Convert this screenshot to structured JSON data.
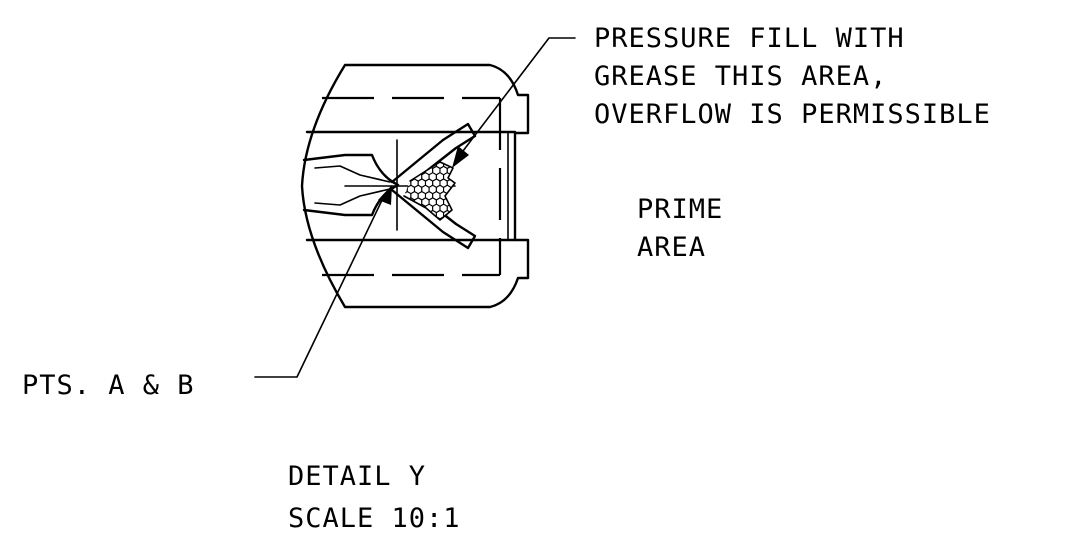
{
  "notes": {
    "pressure_fill": {
      "line1": "PRESSURE FILL WITH",
      "line2": "GREASE THIS AREA,",
      "line3": "OVERFLOW IS PERMISSIBLE"
    },
    "prime_area": {
      "line1": "PRIME",
      "line2": "AREA"
    },
    "points": "PTS. A & B",
    "detail": {
      "title": "DETAIL Y",
      "scale": "SCALE 10:1"
    }
  }
}
